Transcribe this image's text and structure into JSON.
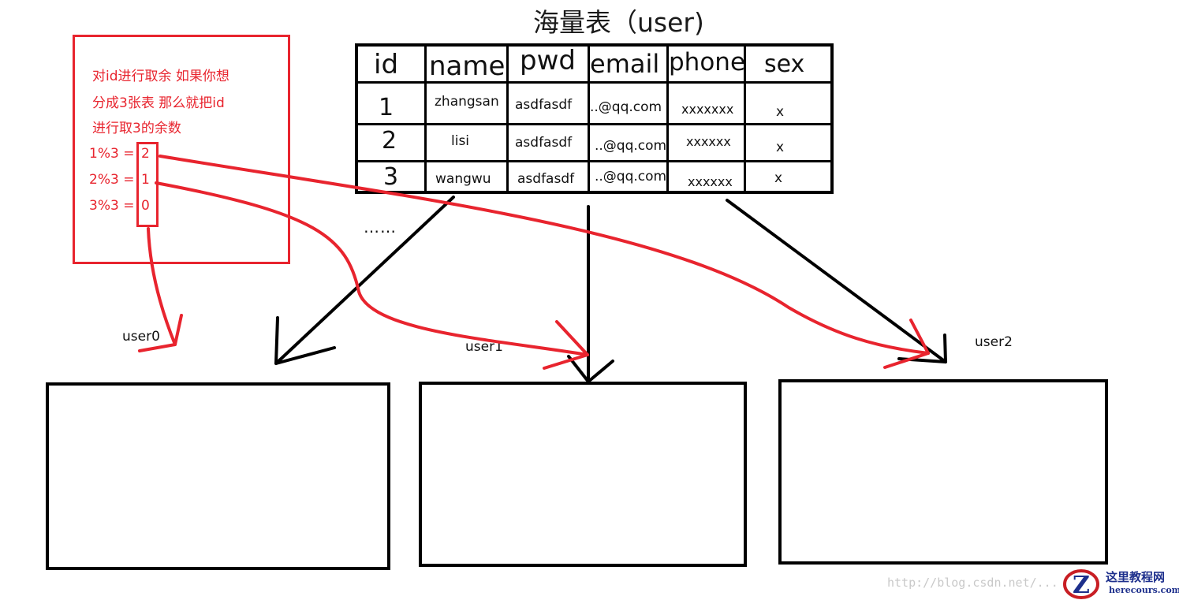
{
  "title": "海量表（user)",
  "table": {
    "headers": [
      "id",
      "name",
      "pwd",
      "email",
      "phone",
      "sex"
    ],
    "rows": [
      {
        "id": "1",
        "name": "zhangsan",
        "pwd": "asdfasdf",
        "email": "..@qq.com",
        "phone": "xxxxxxx",
        "sex": "x"
      },
      {
        "id": "2",
        "name": "lisi",
        "pwd": "asdfasdf",
        "email": "..@qq.com",
        "phone": "xxxxxx",
        "sex": "x"
      },
      {
        "id": "3",
        "name": "wangwu",
        "pwd": "asdfasdf",
        "email": "..@qq.com",
        "phone": "xxxxxx",
        "sex": "x"
      }
    ],
    "more": "……"
  },
  "note": {
    "lines": [
      "对id进行取余 如果你想",
      "分成3张表 那么就把id",
      "进行取3的余数"
    ],
    "calcs": [
      {
        "expr": "1%3 =",
        "result": "2"
      },
      {
        "expr": "2%3 =",
        "result": "1"
      },
      {
        "expr": "3%3 =",
        "result": "0"
      }
    ]
  },
  "shards": [
    {
      "label": "user0"
    },
    {
      "label": "user1"
    },
    {
      "label": "user2"
    }
  ],
  "watermark": {
    "url": "http://blog.csdn.net/...",
    "logo_cn": "这里教程网",
    "logo_en": "herecours.com",
    "logo_letter": "Z"
  },
  "colors": {
    "annotation_red": "#e8242e",
    "ink": "#000000",
    "logo_blue": "#1d2f8c"
  }
}
